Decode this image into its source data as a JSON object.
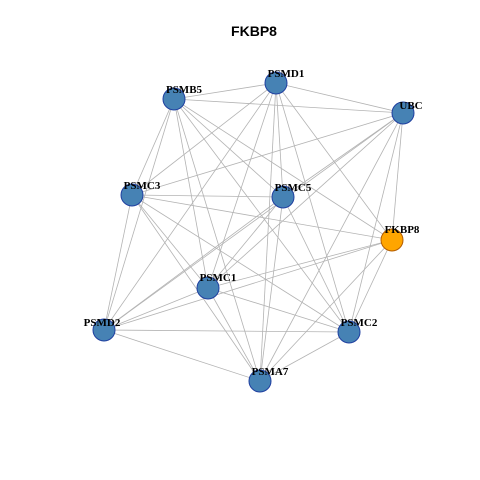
{
  "title": "FKBP8",
  "colors": {
    "edge": "#b3b3b3",
    "node_default": "#4682b4",
    "node_highlight": "#ffa500",
    "node_border": "#1f3fa0",
    "highlight_border": "#b35c00"
  },
  "nodes": [
    {
      "id": "PSMD1",
      "label": "PSMD1",
      "highlight": false
    },
    {
      "id": "PSMB5",
      "label": "PSMB5",
      "highlight": false
    },
    {
      "id": "UBC",
      "label": "UBC",
      "highlight": false
    },
    {
      "id": "PSMC3",
      "label": "PSMC3",
      "highlight": false
    },
    {
      "id": "PSMC5",
      "label": "PSMC5",
      "highlight": false
    },
    {
      "id": "FKBP8",
      "label": "FKBP8",
      "highlight": true
    },
    {
      "id": "PSMC1",
      "label": "PSMC1",
      "highlight": false
    },
    {
      "id": "PSMD2",
      "label": "PSMD2",
      "highlight": false
    },
    {
      "id": "PSMC2",
      "label": "PSMC2",
      "highlight": false
    },
    {
      "id": "PSMA7",
      "label": "PSMA7",
      "highlight": false
    }
  ],
  "edges": [
    [
      "PSMD1",
      "PSMB5"
    ],
    [
      "PSMD1",
      "UBC"
    ],
    [
      "PSMD1",
      "PSMC3"
    ],
    [
      "PSMD1",
      "PSMC5"
    ],
    [
      "PSMD1",
      "PSMC1"
    ],
    [
      "PSMD1",
      "PSMD2"
    ],
    [
      "PSMD1",
      "PSMC2"
    ],
    [
      "PSMD1",
      "PSMA7"
    ],
    [
      "PSMD1",
      "FKBP8"
    ],
    [
      "PSMB5",
      "UBC"
    ],
    [
      "PSMB5",
      "PSMC3"
    ],
    [
      "PSMB5",
      "PSMC5"
    ],
    [
      "PSMB5",
      "PSMC1"
    ],
    [
      "PSMB5",
      "PSMD2"
    ],
    [
      "PSMB5",
      "PSMC2"
    ],
    [
      "PSMB5",
      "PSMA7"
    ],
    [
      "PSMB5",
      "FKBP8"
    ],
    [
      "UBC",
      "PSMC3"
    ],
    [
      "UBC",
      "PSMC5"
    ],
    [
      "UBC",
      "PSMC1"
    ],
    [
      "UBC",
      "PSMD2"
    ],
    [
      "UBC",
      "PSMC2"
    ],
    [
      "UBC",
      "PSMA7"
    ],
    [
      "UBC",
      "FKBP8"
    ],
    [
      "PSMC3",
      "PSMC5"
    ],
    [
      "PSMC3",
      "PSMC1"
    ],
    [
      "PSMC3",
      "PSMD2"
    ],
    [
      "PSMC3",
      "PSMC2"
    ],
    [
      "PSMC3",
      "PSMA7"
    ],
    [
      "PSMC3",
      "FKBP8"
    ],
    [
      "PSMC5",
      "PSMC1"
    ],
    [
      "PSMC5",
      "PSMD2"
    ],
    [
      "PSMC5",
      "PSMC2"
    ],
    [
      "PSMC5",
      "PSMA7"
    ],
    [
      "FKBP8",
      "PSMC1"
    ],
    [
      "FKBP8",
      "PSMD2"
    ],
    [
      "FKBP8",
      "PSMC2"
    ],
    [
      "FKBP8",
      "PSMA7"
    ],
    [
      "PSMC1",
      "PSMD2"
    ],
    [
      "PSMC1",
      "PSMC2"
    ],
    [
      "PSMC1",
      "PSMA7"
    ],
    [
      "PSMD2",
      "PSMC2"
    ],
    [
      "PSMD2",
      "PSMA7"
    ],
    [
      "PSMC2",
      "PSMA7"
    ]
  ]
}
